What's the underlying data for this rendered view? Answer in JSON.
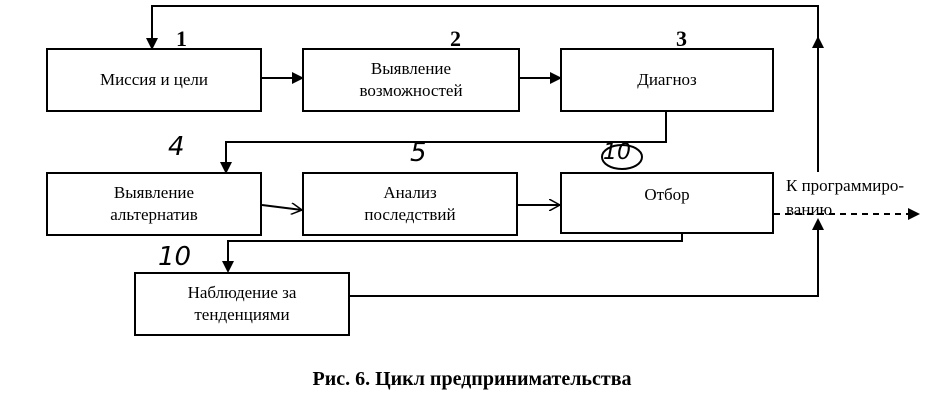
{
  "boxes": [
    {
      "id": "1",
      "text": "Миссия и цели"
    },
    {
      "id": "2",
      "text": "Выявление возможностей"
    },
    {
      "id": "3",
      "text": "Диагноз"
    },
    {
      "id": "4",
      "text": "Выявление альтернатив"
    },
    {
      "id": "5",
      "text": "Анализ последствий"
    },
    {
      "id": "6",
      "text": "Отбор"
    },
    {
      "id": "7",
      "text": "Наблюдение за тенденциями"
    }
  ],
  "numbers": {
    "n1": "1",
    "n2": "2",
    "n3": "3",
    "n4": "4",
    "n5": "5",
    "n6": "10",
    "n7": "10"
  },
  "output_label": "К программиро-\nванию",
  "caption": "Рис. 6. Цикл предпринимательства"
}
